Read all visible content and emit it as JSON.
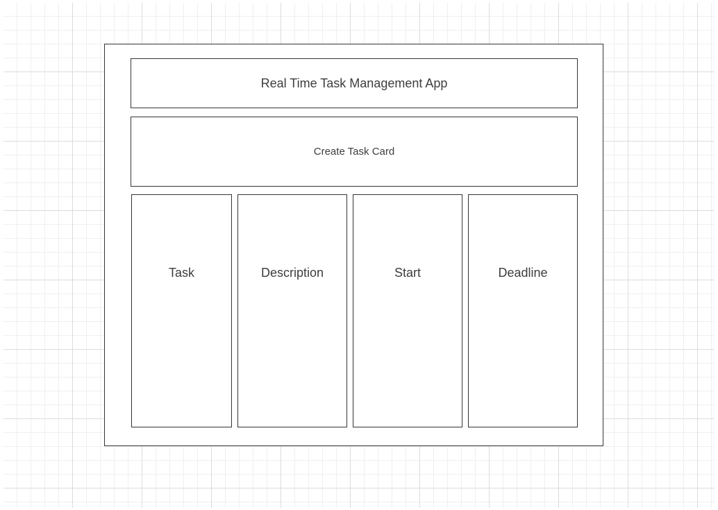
{
  "diagram": {
    "title": "Real Time Task Management App",
    "create_card": "Create Task Card",
    "columns": [
      {
        "label": "Task"
      },
      {
        "label": "Description"
      },
      {
        "label": "Start"
      },
      {
        "label": "Deadline"
      }
    ]
  }
}
